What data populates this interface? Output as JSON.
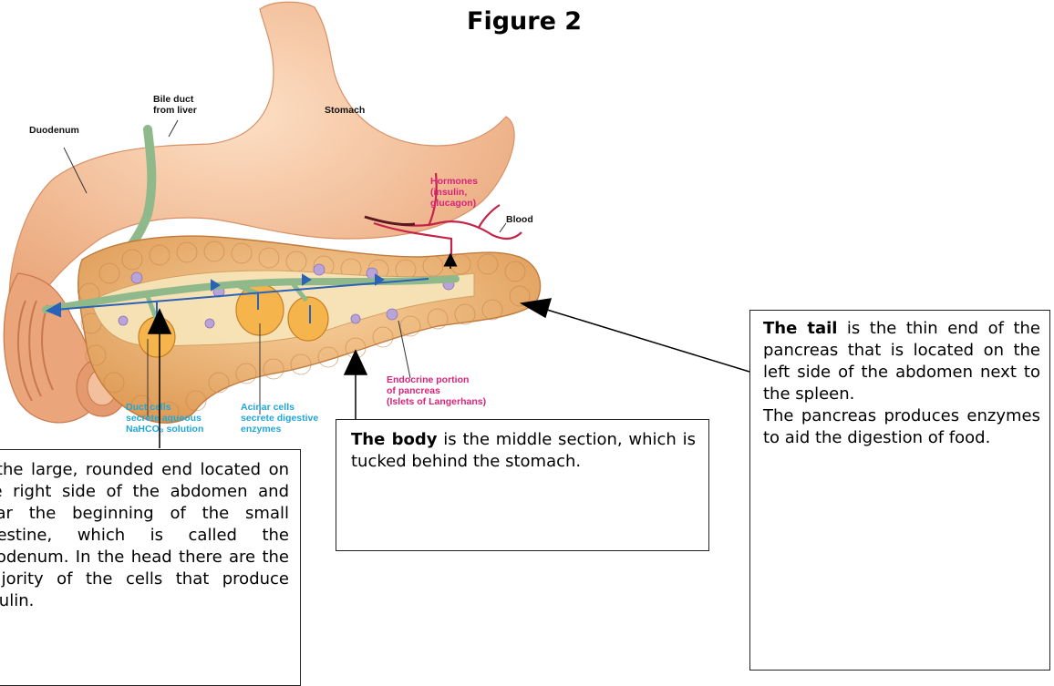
{
  "figure": {
    "title": "Figure 2"
  },
  "diagram_labels": {
    "duodenum": "Duodenum",
    "bile_duct_line1": "Bile duct",
    "bile_duct_line2": "from liver",
    "stomach": "Stomach",
    "hormones_line1": "Hormones",
    "hormones_line2": "(insulin,",
    "hormones_line3": "glucagon)",
    "blood": "Blood",
    "endocrine_line1": "Endocrine portion",
    "endocrine_line2": "of pancreas",
    "endocrine_line3": "(Islets of Langerhans)",
    "duct_cells_line1": "Duct cells",
    "duct_cells_line2": "secrete aqueous",
    "duct_cells_line3": "NaHCO₃ solution",
    "acinar_line1": "Acinar cells",
    "acinar_line2": "secrete digestive",
    "acinar_line3": "enzymes"
  },
  "text_boxes": {
    "head": {
      "text": "is the large, rounded end located on the right side of the abdomen and near the beginning of the small intestine, which is called the duodenum. In the head there are the majority of the cells that produce insulin."
    },
    "body": {
      "bold": "The body",
      "text": " is the middle section, which is tucked behind the stomach."
    },
    "tail": {
      "bold": "The tail",
      "text": " is the thin end of the pancreas that is located on the left side of the abdomen next to the spleen.",
      "text2": "The pancreas produces enzymes to aid the digestion of food."
    }
  },
  "colors": {
    "stomach": "#f6c39a",
    "pancreas": "#f0b878",
    "duct": "#8fb98a",
    "arrow_blue": "#2b62b8",
    "label_pink": "#d6247a",
    "label_cyan": "#22a6d8",
    "vessel": "#c4244a"
  }
}
